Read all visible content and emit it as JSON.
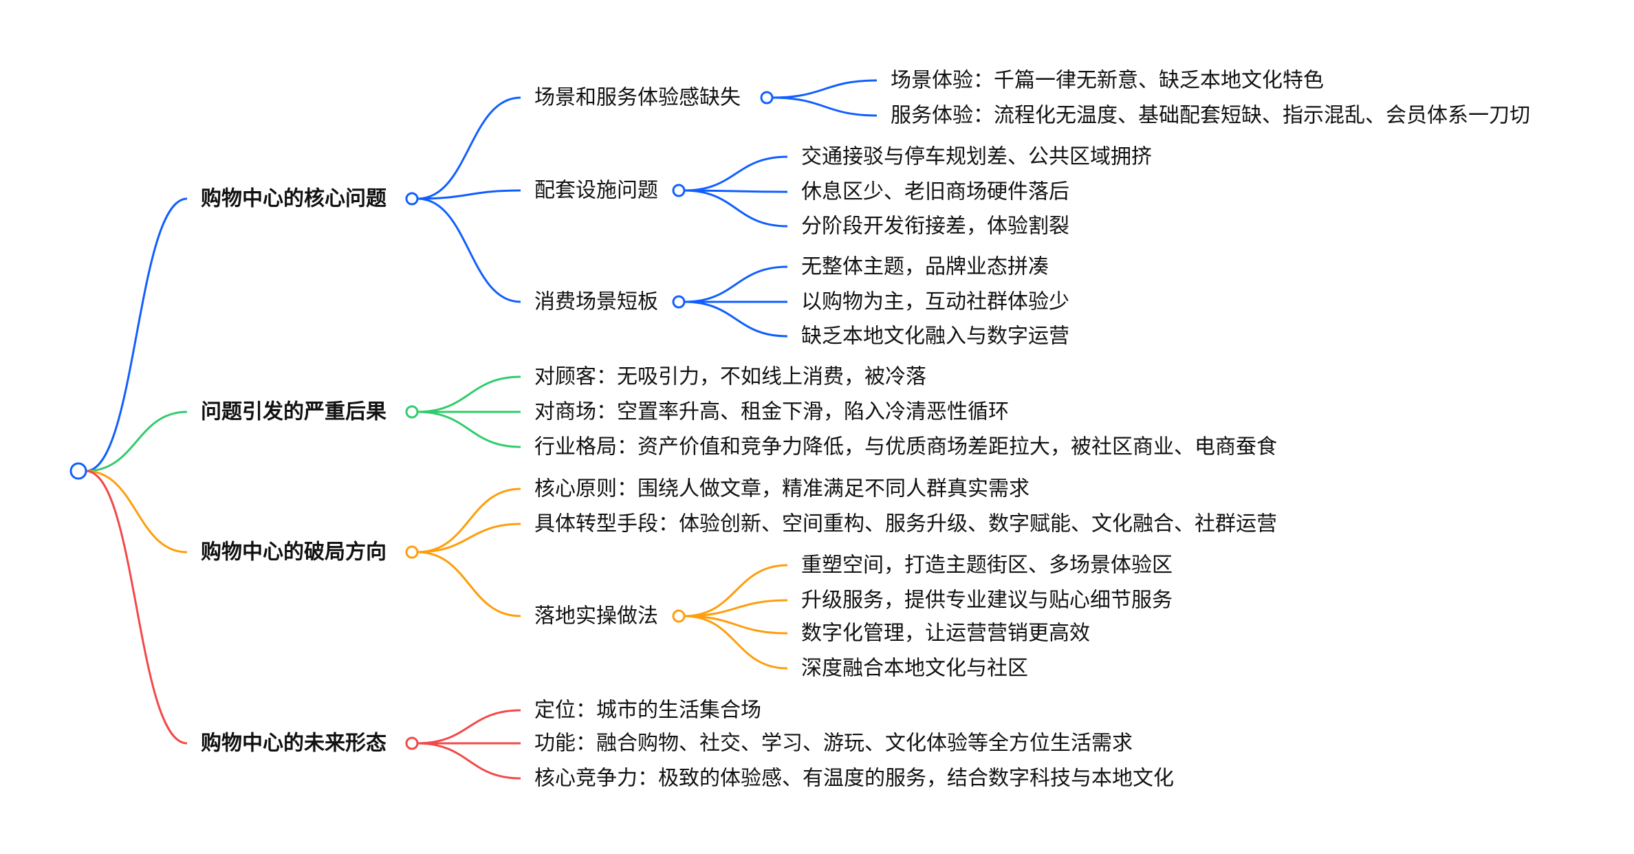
{
  "colors": {
    "blue": "#0f5fff",
    "green": "#2fcc6a",
    "orange": "#ff9d0a",
    "red": "#f24848"
  },
  "mindmap": {
    "children": [
      {
        "label": "购物中心的核心问题",
        "color": "blue",
        "children": [
          {
            "label": "场景和服务体验感缺失",
            "children": [
              {
                "label": "场景体验：千篇一律无新意、缺乏本地文化特色"
              },
              {
                "label": "服务体验：流程化无温度、基础配套短缺、指示混乱、会员体系一刀切"
              }
            ]
          },
          {
            "label": "配套设施问题",
            "children": [
              {
                "label": "交通接驳与停车规划差、公共区域拥挤"
              },
              {
                "label": "休息区少、老旧商场硬件落后"
              },
              {
                "label": "分阶段开发衔接差，体验割裂"
              }
            ]
          },
          {
            "label": "消费场景短板",
            "children": [
              {
                "label": "无整体主题，品牌业态拼凑"
              },
              {
                "label": "以购物为主，互动社群体验少"
              },
              {
                "label": "缺乏本地文化融入与数字运营"
              }
            ]
          }
        ]
      },
      {
        "label": "问题引发的严重后果",
        "color": "green",
        "children": [
          {
            "label": "对顾客：无吸引力，不如线上消费，被冷落"
          },
          {
            "label": "对商场：空置率升高、租金下滑，陷入冷清恶性循环"
          },
          {
            "label": "行业格局：资产价值和竞争力降低，与优质商场差距拉大，被社区商业、电商蚕食"
          }
        ]
      },
      {
        "label": "购物中心的破局方向",
        "color": "orange",
        "children": [
          {
            "label": "核心原则：围绕人做文章，精准满足不同人群真实需求"
          },
          {
            "label": "具体转型手段：体验创新、空间重构、服务升级、数字赋能、文化融合、社群运营"
          },
          {
            "label": "落地实操做法",
            "children": [
              {
                "label": "重塑空间，打造主题街区、多场景体验区"
              },
              {
                "label": "升级服务，提供专业建议与贴心细节服务"
              },
              {
                "label": "数字化管理，让运营营销更高效"
              },
              {
                "label": "深度融合本地文化与社区"
              }
            ]
          }
        ]
      },
      {
        "label": "购物中心的未来形态",
        "color": "red",
        "children": [
          {
            "label": "定位：城市的生活集合场"
          },
          {
            "label": "功能：融合购物、社交、学习、游玩、文化体验等全方位生活需求"
          },
          {
            "label": "核心竞争力：极致的体验感、有温度的服务，结合数字科技与本地文化"
          }
        ]
      }
    ]
  }
}
